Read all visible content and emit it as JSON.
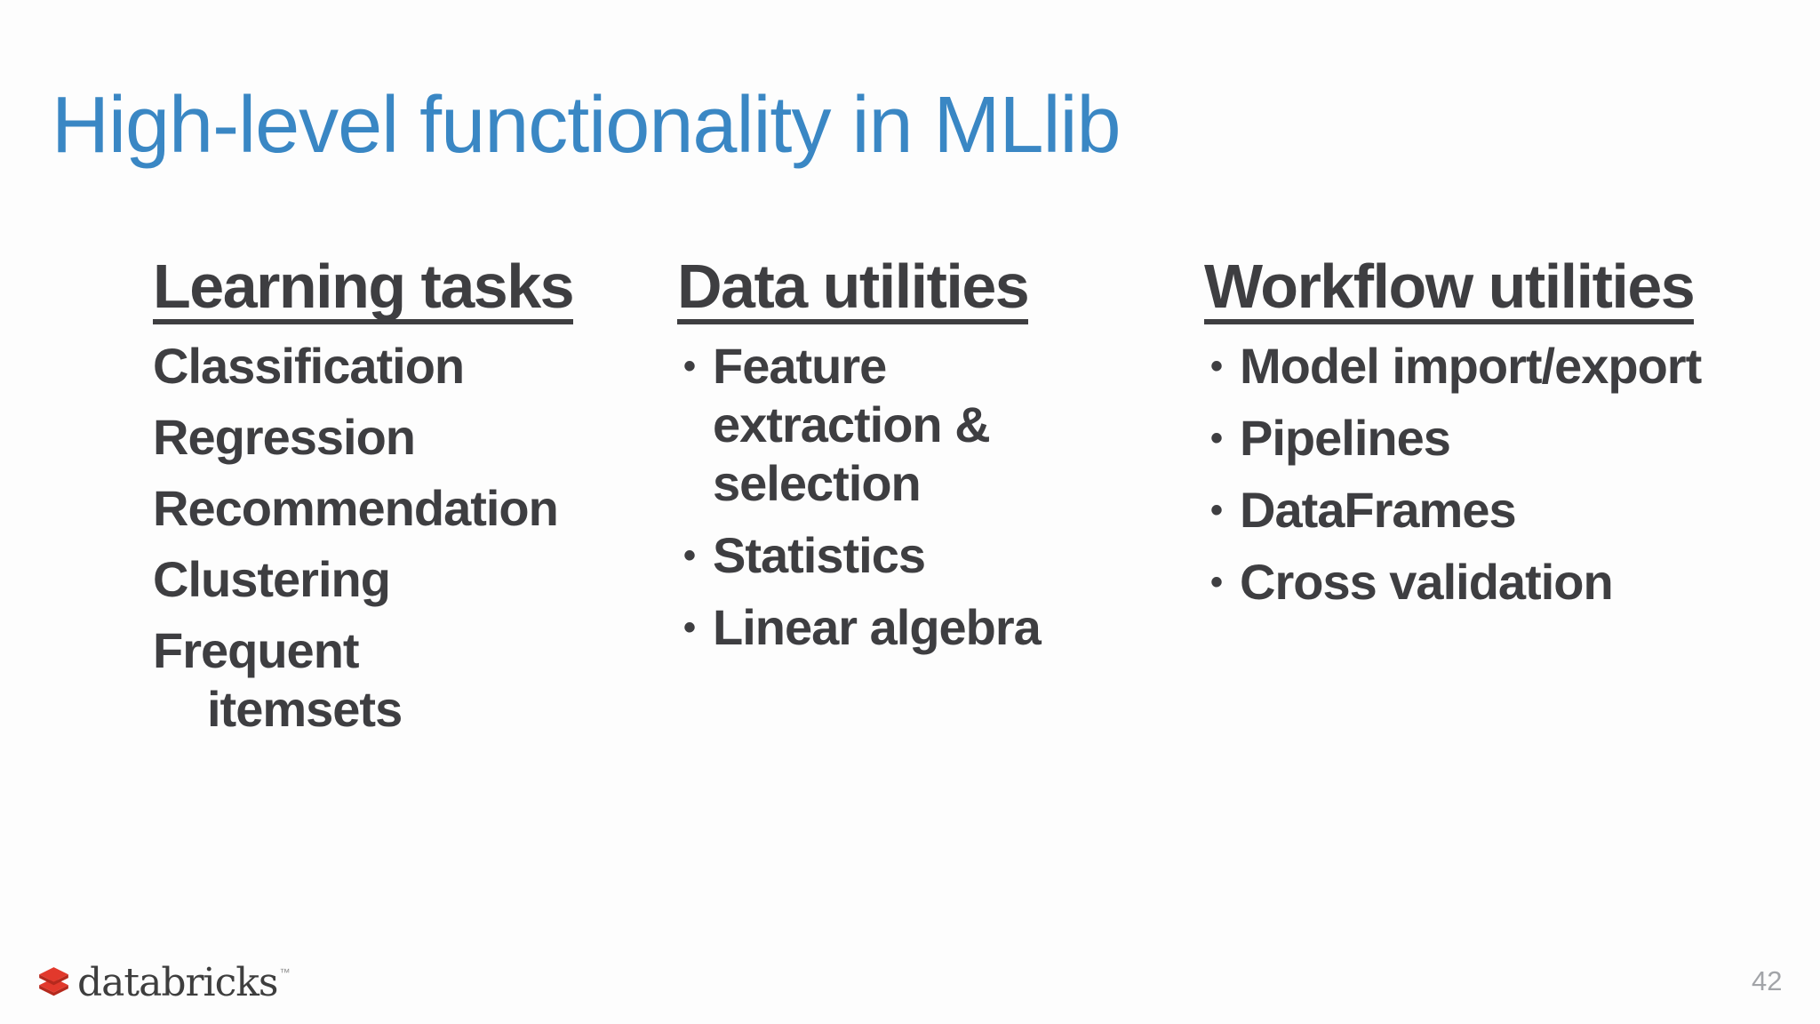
{
  "slide": {
    "title": "High-level functionality in MLlib",
    "page_number": "42",
    "bullet_char": "•",
    "colors": {
      "title_blue": "#3A87C4",
      "body_text": "#3E3E41",
      "page_number_gray": "#A2A4A8",
      "logo_red_bright": "#E2392C",
      "logo_red_dark": "#B5291D",
      "logo_text_gray": "#3E3E3E"
    },
    "columns": [
      {
        "header": "Learning tasks",
        "items": [
          {
            "text": "Classification"
          },
          {
            "text": "Regression"
          },
          {
            "text": "Recommendation"
          },
          {
            "text": "Clustering"
          },
          {
            "text": "Frequent\nitemsets"
          }
        ]
      },
      {
        "header": "Data utilities",
        "items": [
          {
            "text": "Feature\nextraction &\nselection"
          },
          {
            "text": "Statistics"
          },
          {
            "text": "Linear algebra"
          }
        ]
      },
      {
        "header": "Workflow utilities",
        "items": [
          {
            "text": "Model import/export"
          },
          {
            "text": "Pipelines"
          },
          {
            "text": "DataFrames"
          },
          {
            "text": "Cross validation"
          }
        ]
      }
    ],
    "footer": {
      "logo_word": "databricks",
      "trademark": "™"
    }
  }
}
